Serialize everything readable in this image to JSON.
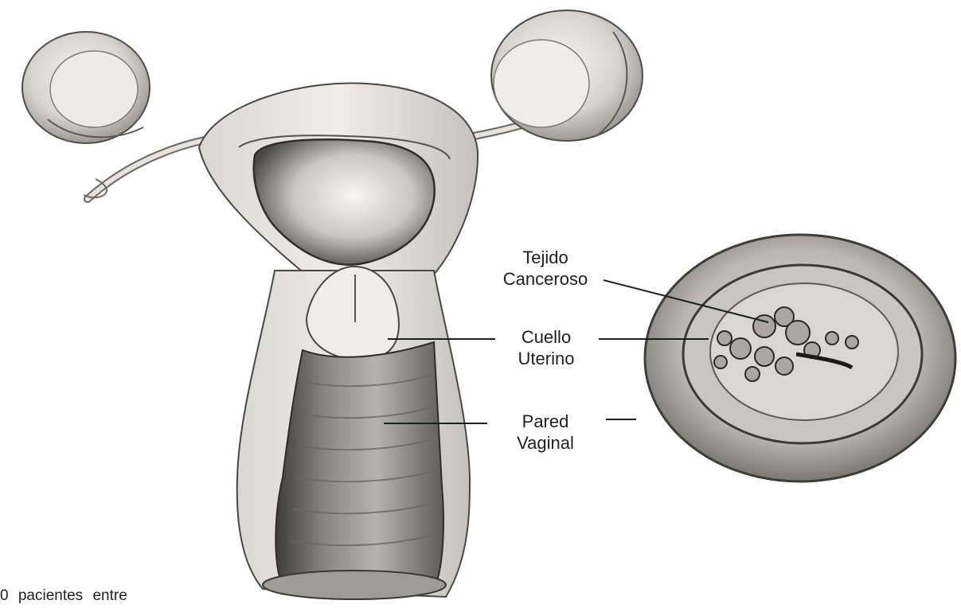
{
  "labels": {
    "tejido_line1": "Tejido",
    "tejido_line2": "Canceroso",
    "cuello_line1": "Cuello",
    "cuello_line2": "Uterino",
    "pared_line1": "Pared",
    "pared_line2": "Vaginal"
  },
  "footer": {
    "text": "0 pacientes entre"
  },
  "colors": {
    "ink": "#1e1e1e",
    "tissue_light": "#e9e7e2",
    "tissue_mid": "#a8a6a1",
    "tissue_dark": "#3a3a38"
  }
}
